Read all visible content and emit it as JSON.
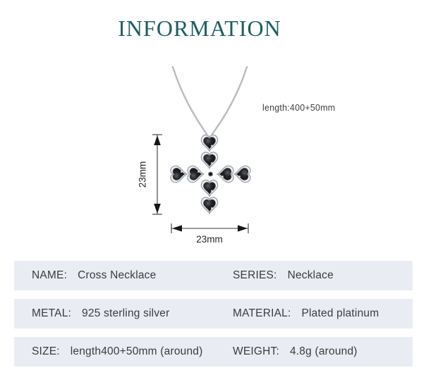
{
  "header": {
    "title": "INFORMATION"
  },
  "diagram": {
    "chain_length_label": "length:400+50mm",
    "vertical_dim_label": "23mm",
    "horizontal_dim_label": "23mm",
    "pendant_description": "cross pendant made of 8 black heart-shaped stones with silver bezels on a silver chain",
    "stone_count": 8
  },
  "spec_table": {
    "rows": [
      {
        "cells": [
          {
            "label": "NAME:",
            "value": "Cross Necklace"
          },
          {
            "label": "SERIES:",
            "value": "Necklace"
          }
        ]
      },
      {
        "cells": [
          {
            "label": "METAL:",
            "value": "925 sterling silver"
          },
          {
            "label": "MATERIAL:",
            "value": "Plated platinum"
          }
        ]
      },
      {
        "cells": [
          {
            "label": "SIZE:",
            "value": "length400+50mm (around)"
          },
          {
            "label": "WEIGHT:",
            "value": "4.8g (around)"
          }
        ]
      }
    ]
  },
  "colors": {
    "title": "#1d5e63",
    "row_background": "#e9edf3",
    "text": "#3b3b3b",
    "dimension_lines": "#2b2b2b",
    "chain": "#c4c4c4",
    "stone": "#141416",
    "bezel": "#eef0f2"
  }
}
